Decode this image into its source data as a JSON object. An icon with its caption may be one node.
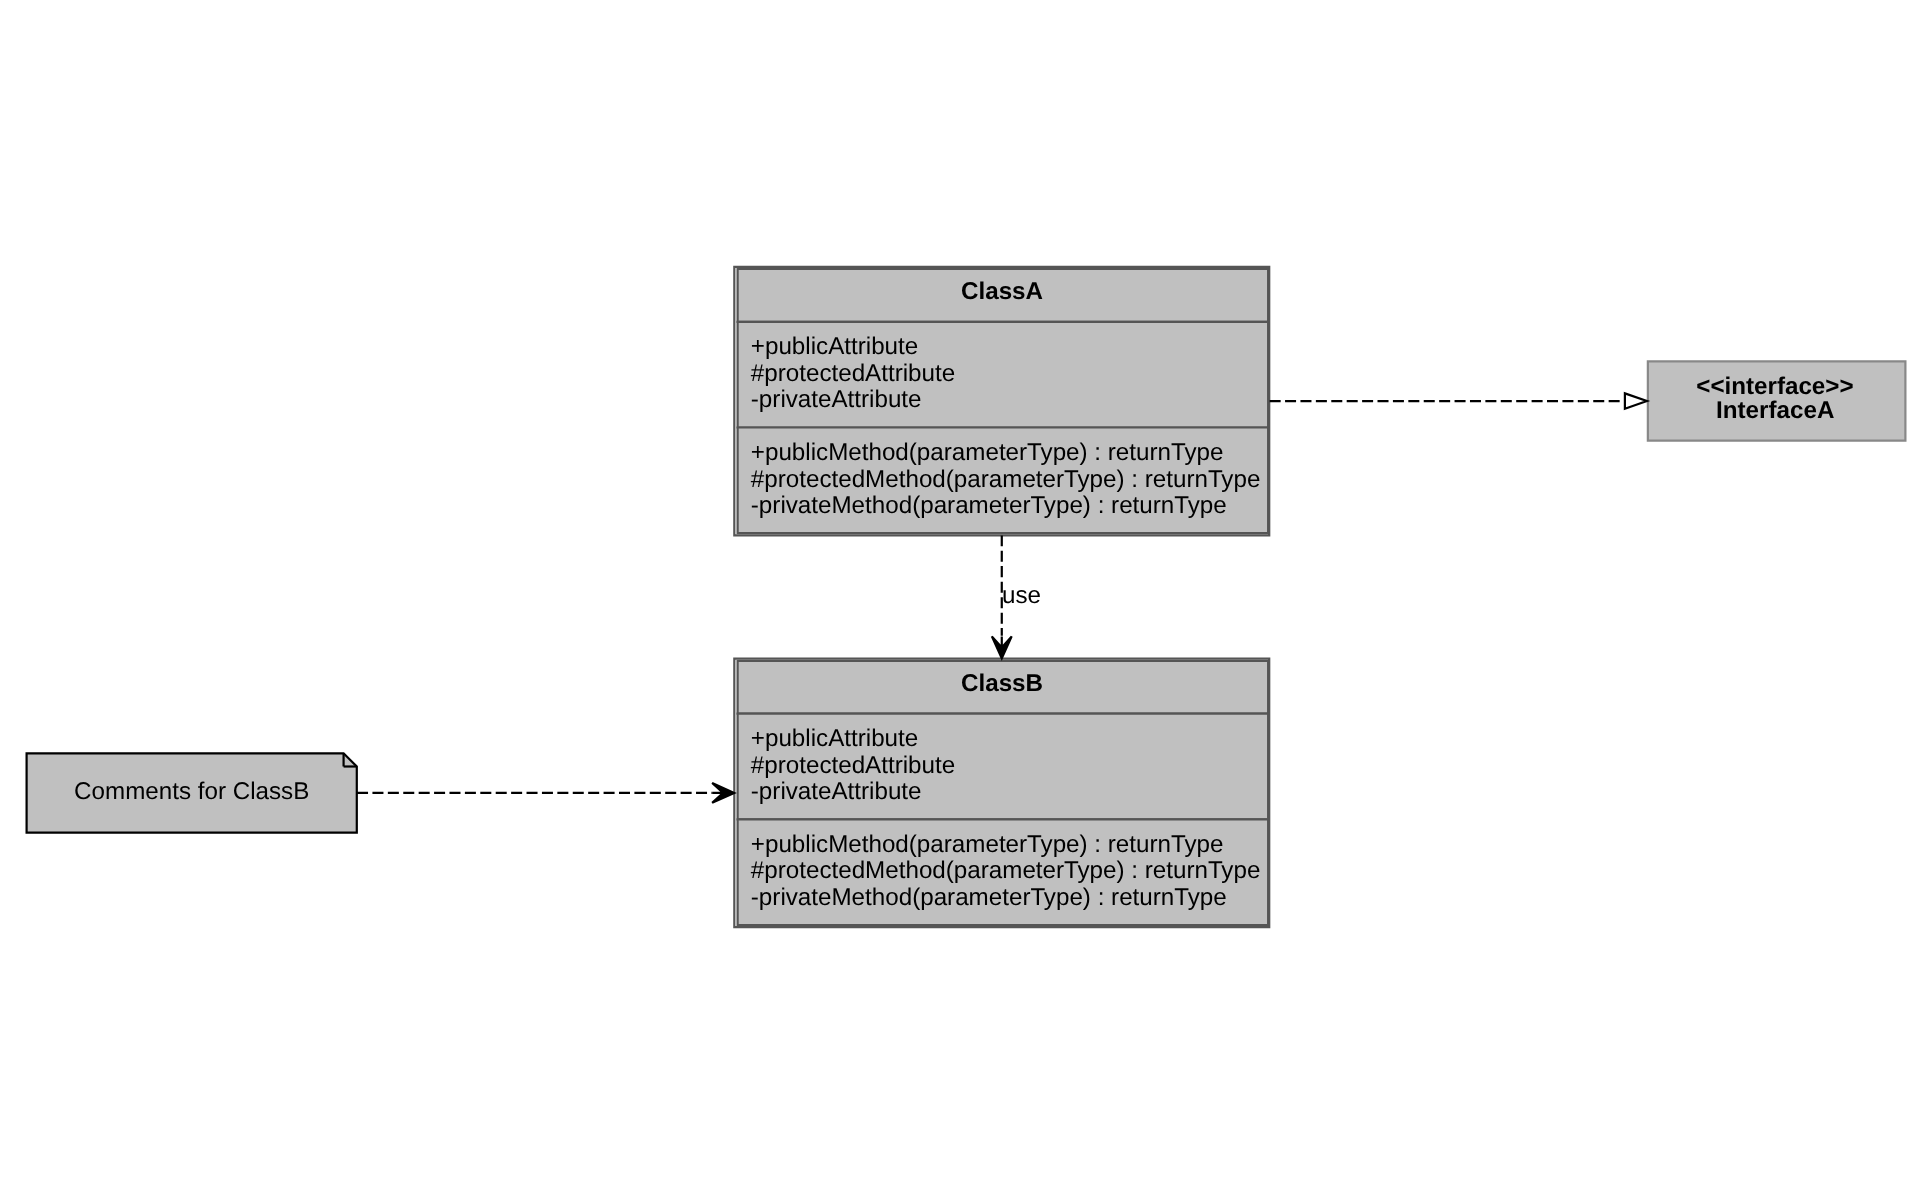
{
  "diagram": {
    "nodes": [
      {
        "text": [
          "<<interface>> InterfaceA"
        ]
      },
      {
        "text": [
          "ClassA",
          "+publicAttribute #protectedAttribute -privateAttribute",
          "+publicMethod(parameterType) : returnType #protectedMethod(parameterType) : returnType -privateMethod(parameterType) : returnType"
        ]
      },
      {
        "text": [
          "ClassB",
          "+publicAttribute #protectedAttribute -privateAttribute",
          "+publicMethod(parameterType) : returnType #protectedMethod(parameterType) : returnType -privateMethod(parameterType) : returnType"
        ]
      },
      {
        "text": [
          "Comments for ClassB"
        ]
      }
    ],
    "edges": [
      {
        "from": 1,
        "to": 0,
        "arrow": "to",
        "style": "dashed"
      },
      {
        "from": 1,
        "to": 2,
        "arrow": "to",
        "style": "dashed",
        "label": "use"
      },
      {
        "from": 3,
        "to": 2,
        "arrow": "to",
        "style": "dashed"
      }
    ]
  }
}
